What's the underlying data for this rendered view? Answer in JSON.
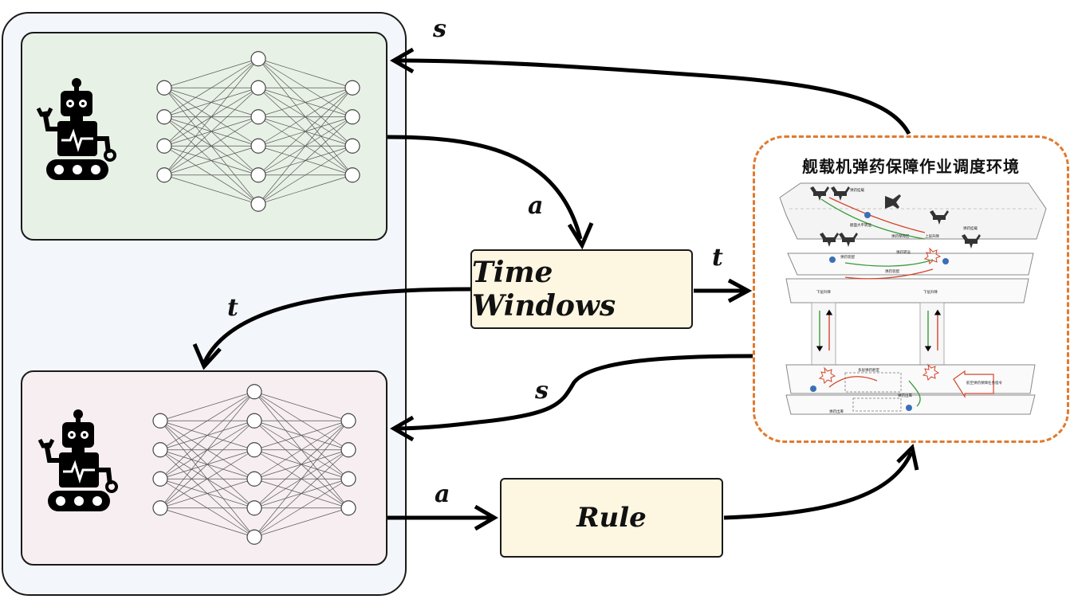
{
  "labels": {
    "s_top": "s",
    "a_top": "a",
    "t_right": "t",
    "t_left": "t",
    "s_bottom": "s",
    "a_bottom": "a"
  },
  "boxes": {
    "time_windows": "Time  Windows",
    "rule": "Rule"
  },
  "environment": {
    "title": "舰载机弹药保障作业调度环境",
    "tiny_labels": {
      "l1": "弹药挂载",
      "l2": "舰面大平转运",
      "l3": "弹药保障区",
      "l4": "上层升降",
      "l5": "弹药挂载",
      "l6": "弹药装配",
      "l7": "弹药转运",
      "l8": "弹药装配",
      "l9": "下层升降",
      "l10": "下层升降",
      "l11": "多层弹药舱室",
      "l12": "弹药出库",
      "l13": "弹药出库",
      "l14": "航空弹药保障任务指令"
    }
  },
  "icons": {
    "robot_top": "robot-icon",
    "robot_bottom": "robot-icon",
    "network_top": "neural-network",
    "network_bottom": "neural-network"
  },
  "colors": {
    "env_border": "#e07a2e",
    "top_agent_fill": "#e8f1e6",
    "bottom_agent_fill": "#f6eef0",
    "box_fill": "#fdf6e1"
  }
}
